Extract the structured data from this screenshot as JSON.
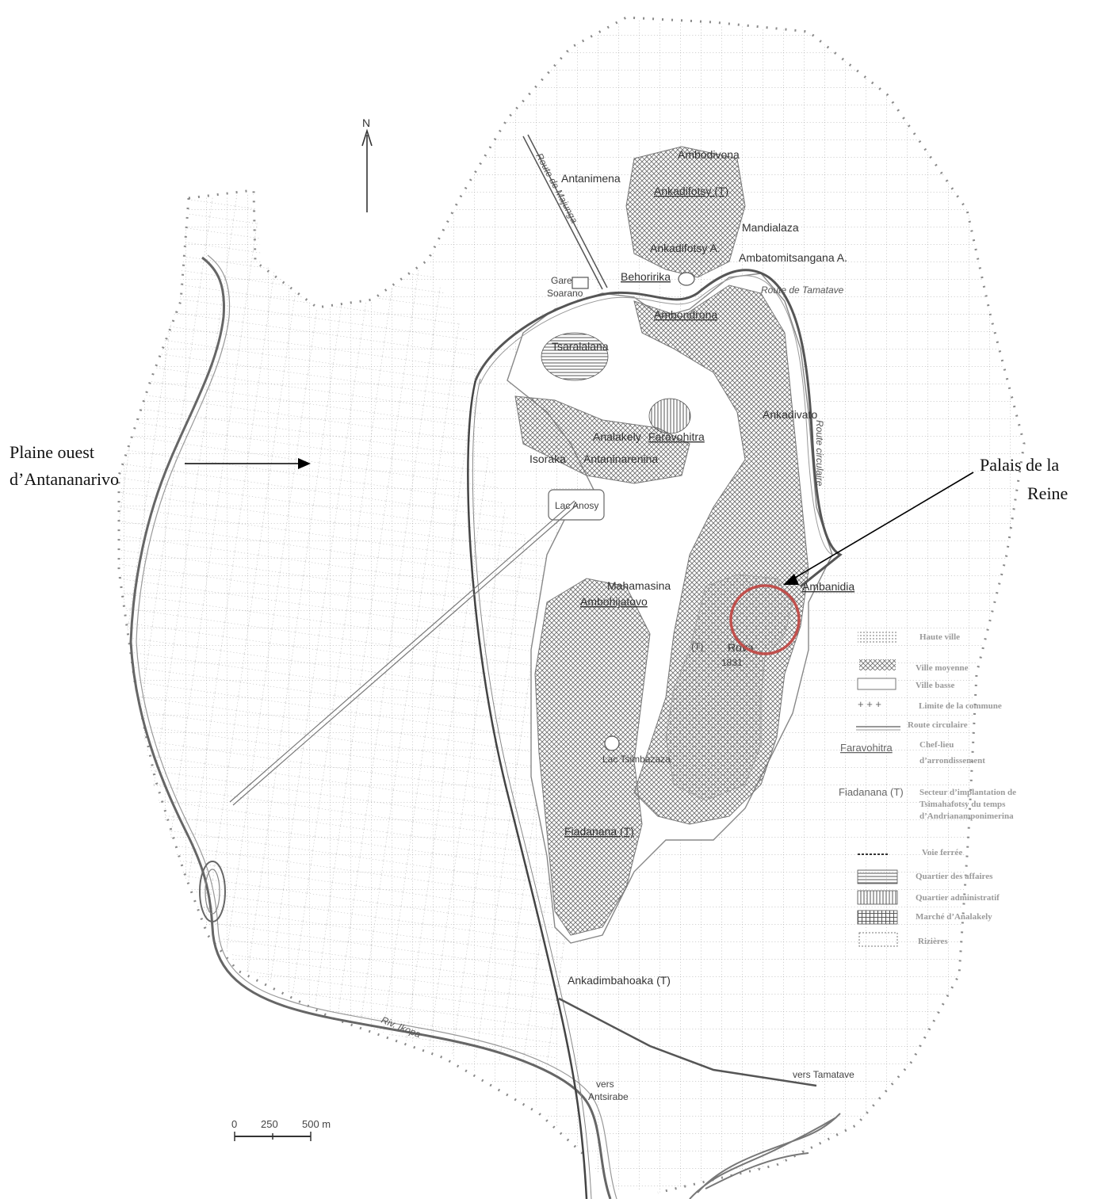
{
  "annotations": {
    "plaine_line1": "Plaine ouest",
    "plaine_line2": "d’Antananarivo",
    "palais_line1": "Palais de la",
    "palais_line2": "Reine"
  },
  "north_label": "N",
  "places": {
    "ambodivona": "Ambodivona",
    "antanimena": "Antanimena",
    "ankadifotsy": "Ankadifotsy (T)",
    "mandialaza": "Mandialaza",
    "ankadifotsy_a": "Ankadifotsy A.",
    "ambatomitsangana": "Ambatomitsangana A.",
    "behoririka": "Behoririka",
    "gare": "Gare",
    "soarano": "Soarano",
    "ambondrona": "Ambondrona",
    "tsaralalana": "Tsaralalana",
    "ankadivato": "Ankadivato",
    "analakely": "Analakely",
    "faravohitra": "Faravohitra",
    "isoraka": "Isoraka",
    "antaninarenina": "Antaninarenina",
    "lac_anosy": "Lac Anosy",
    "mahamasina": "Mahamasina",
    "ambanidia": "Ambanidia",
    "ambohijatovo": "Ambohijatovo",
    "t_label": "(T)",
    "rova": "Rova",
    "rova_year": "1831",
    "lac_tsimbazaza": "Lac Tsimbazaza",
    "fiadanana": "Fiadanana (T)",
    "ankadimbahoaka": "Ankadimbahoaka (T)",
    "route_majunga": "Route de Majunga",
    "route_tamatave": "Route de Tamatave",
    "route_circulaire": "Route circulaire",
    "riv_ikopa": "Riv. Ikopa",
    "vers_antsirabe_1": "vers",
    "vers_antsirabe_2": "Antsirabe",
    "vers_tamatave": "vers Tamatave"
  },
  "legend": {
    "items": [
      {
        "label": "Haute ville",
        "sample": "dots"
      },
      {
        "label": "Ville moyenne",
        "sample": "cross"
      },
      {
        "label": "Ville basse",
        "sample": "box"
      },
      {
        "label": "Limite de la commune",
        "sample": "plus"
      },
      {
        "label": "Route circulaire",
        "sample": "double"
      },
      {
        "label": "Chef-lieu",
        "label2": "d’arrondissement",
        "sample": "text",
        "sample_text": "Faravohitra"
      },
      {
        "label": "Secteur d’implantation de",
        "label2": "Tsimahafotsy du temps",
        "label3": "d’Andrianamponimerina",
        "sample": "text",
        "sample_text": "Fiadanana (T)"
      },
      {
        "label": "Voie ferrée",
        "sample": "rail"
      },
      {
        "label": "Quartier des affaires",
        "sample": "hlines"
      },
      {
        "label": "Quartier administratif",
        "sample": "vlines"
      },
      {
        "label": "Marché d’Analakely",
        "sample": "grid"
      },
      {
        "label": "Rizières",
        "sample": "dashbox"
      }
    ]
  },
  "scale": {
    "t0": "0",
    "t1": "250",
    "t2": "500 m"
  },
  "colors": {
    "highlight_circle": "#c0504d",
    "ink": "#555555"
  }
}
